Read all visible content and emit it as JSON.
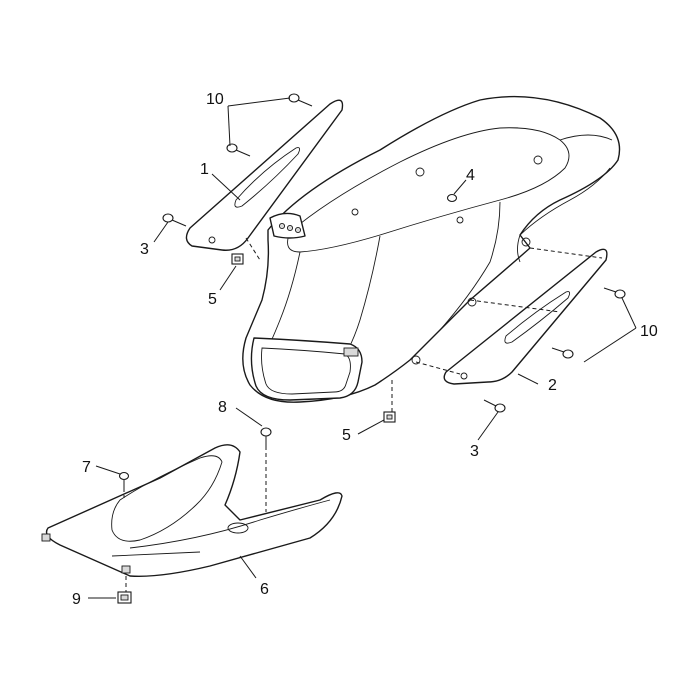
{
  "callouts": {
    "c10_top": "10",
    "c1": "1",
    "c3_left": "3",
    "c5_left": "5",
    "c4": "4",
    "c10_right": "10",
    "c2": "2",
    "c3_right": "3",
    "c8": "8",
    "c5_bottom": "5",
    "c7": "7",
    "c6": "6",
    "c9": "9"
  },
  "colors": {
    "line": "#1a1a1a",
    "shade": "#d9d9d9",
    "background": "#ffffff"
  }
}
